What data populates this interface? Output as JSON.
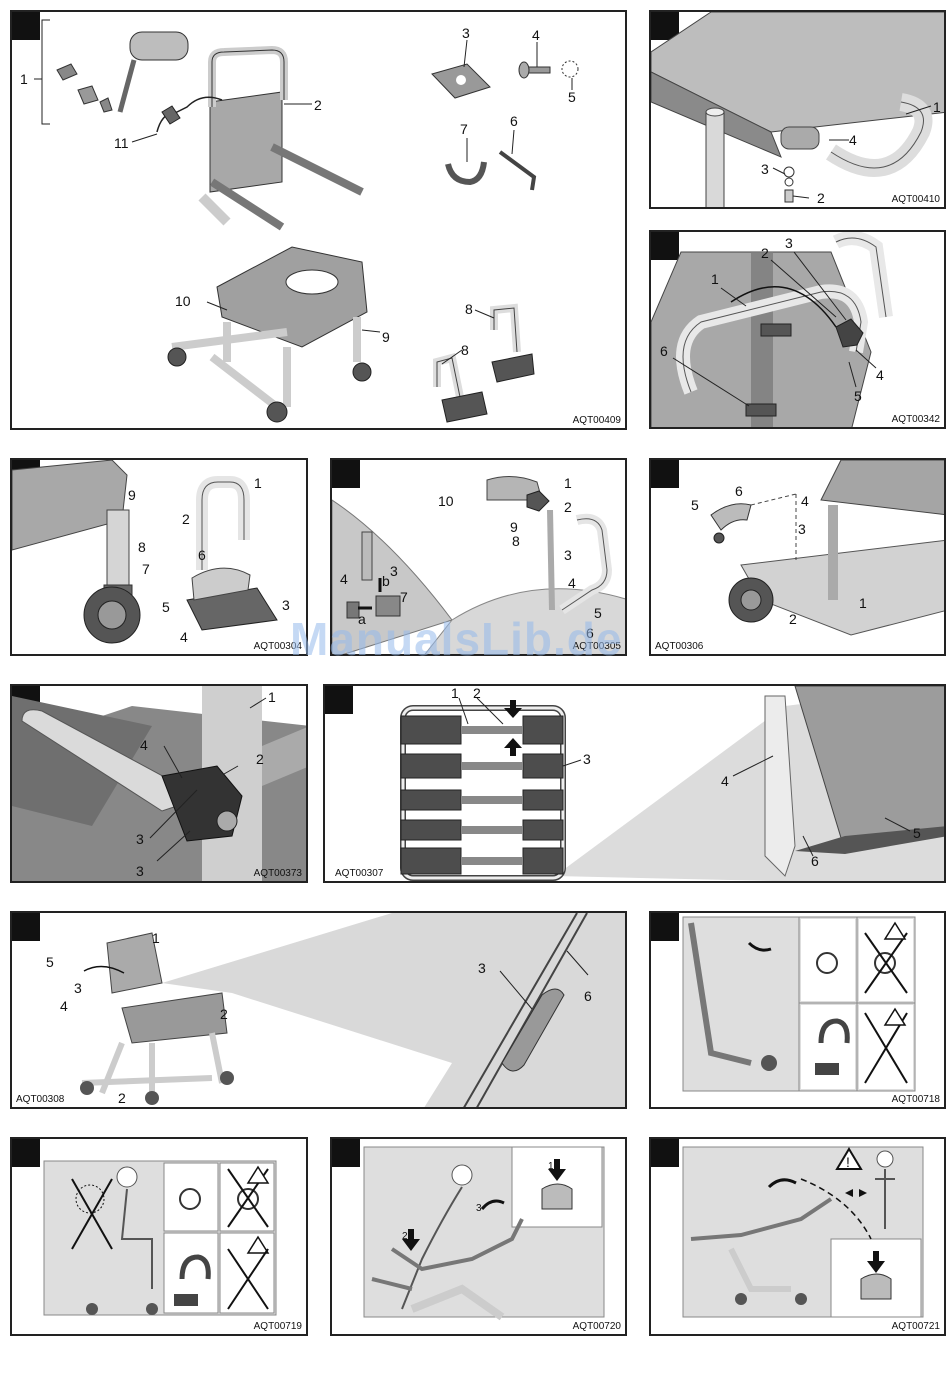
{
  "watermark": "ManualsLib.de",
  "panels": [
    {
      "code": "AQT00409",
      "labels": [
        "1",
        "2",
        "3",
        "4",
        "5",
        "6",
        "7",
        "8",
        "8",
        "9",
        "10",
        "11"
      ]
    },
    {
      "code": "AQT00410",
      "labels": [
        "1",
        "2",
        "3",
        "4"
      ]
    },
    {
      "code": "AQT00342",
      "labels": [
        "1",
        "2",
        "3",
        "4",
        "5",
        "6"
      ]
    },
    {
      "code": "AQT00304",
      "labels": [
        "1",
        "2",
        "3",
        "4",
        "5",
        "6",
        "7",
        "8",
        "9"
      ]
    },
    {
      "code": "AQT00305",
      "labels": [
        "1",
        "2",
        "3",
        "3",
        "4",
        "4",
        "5",
        "6",
        "7",
        "8",
        "9",
        "10",
        "a",
        "b"
      ]
    },
    {
      "code": "AQT00306",
      "labels": [
        "1",
        "2",
        "3",
        "4",
        "5",
        "6"
      ]
    },
    {
      "code": "AQT00373",
      "labels": [
        "1",
        "2",
        "3",
        "3",
        "4"
      ]
    },
    {
      "code": "AQT00307",
      "labels": [
        "1",
        "2",
        "3",
        "4",
        "5",
        "6"
      ]
    },
    {
      "code": "AQT00308",
      "labels": [
        "1",
        "2",
        "2",
        "3",
        "3",
        "4",
        "5",
        "6"
      ]
    },
    {
      "code": "AQT00718",
      "labels": []
    },
    {
      "code": "AQT00719",
      "labels": []
    },
    {
      "code": "AQT00720",
      "labels": [
        "1",
        "2",
        "3"
      ]
    },
    {
      "code": "AQT00721",
      "labels": []
    }
  ]
}
